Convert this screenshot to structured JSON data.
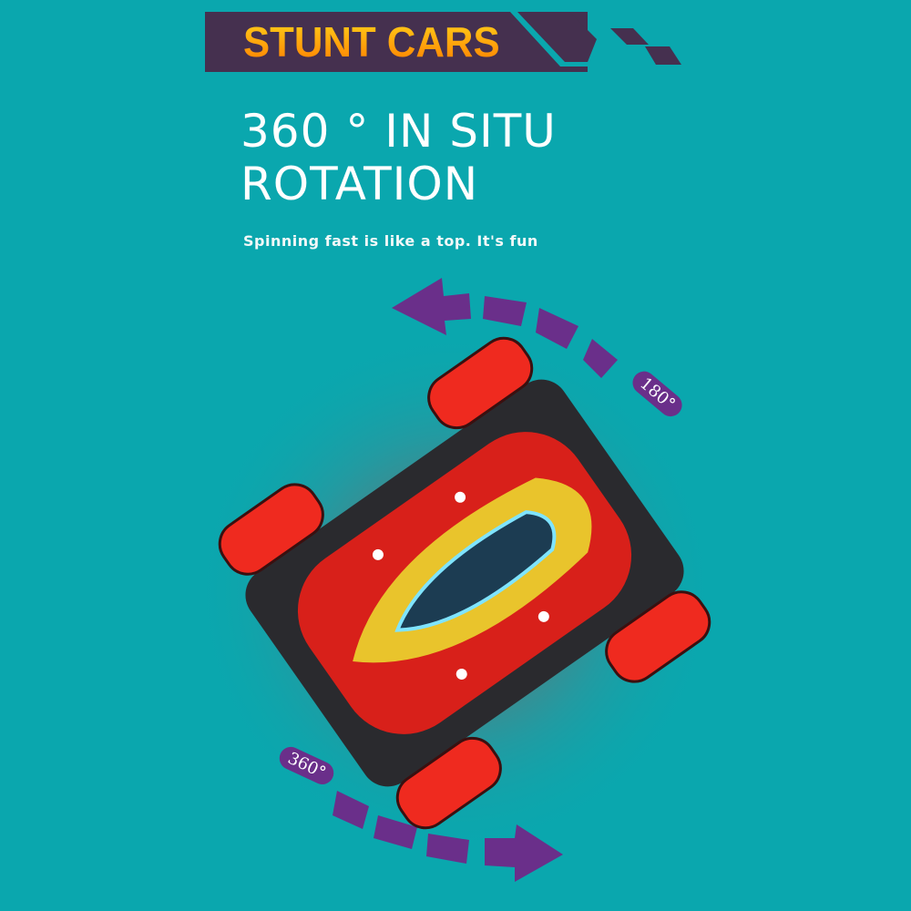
{
  "banner": {
    "title": "STUNT CARS"
  },
  "headline": {
    "line1": "360 ° IN  SITU",
    "line2": "ROTATION"
  },
  "subtitle": "Spinning fast is like a top. It's fun",
  "labels": {
    "top_angle": "180°",
    "bottom_angle": "360°"
  },
  "colors": {
    "background": "#0aa7ae",
    "banner": "#45304f",
    "arrow": "#6a2f8a",
    "car_body": "#e0241b"
  }
}
